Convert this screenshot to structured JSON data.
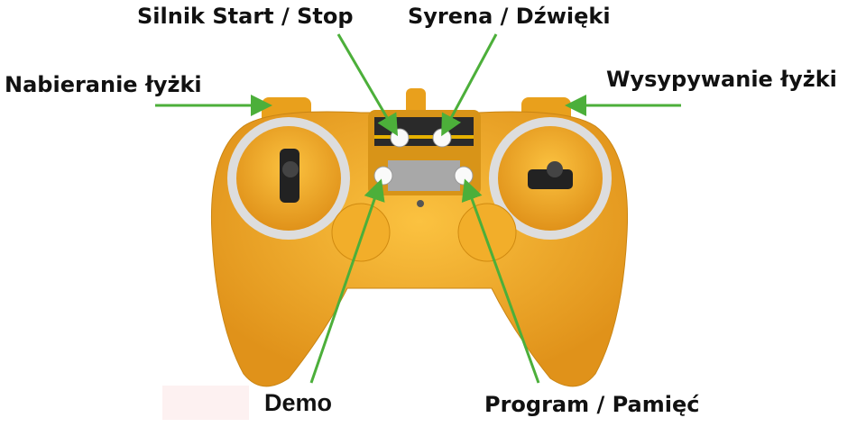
{
  "labels": {
    "engine": "Silnik Start / Stop",
    "siren": "Syrena / Dźwięki",
    "scoop": "Nabieranie łyżki",
    "dump": "Wysypywanie łyżki",
    "demo": "Demo",
    "program": "Program / Pamięć"
  },
  "colors": {
    "arrow": "#4caf3a",
    "body": "#f0a51c",
    "ring": "#e8e8e8"
  }
}
